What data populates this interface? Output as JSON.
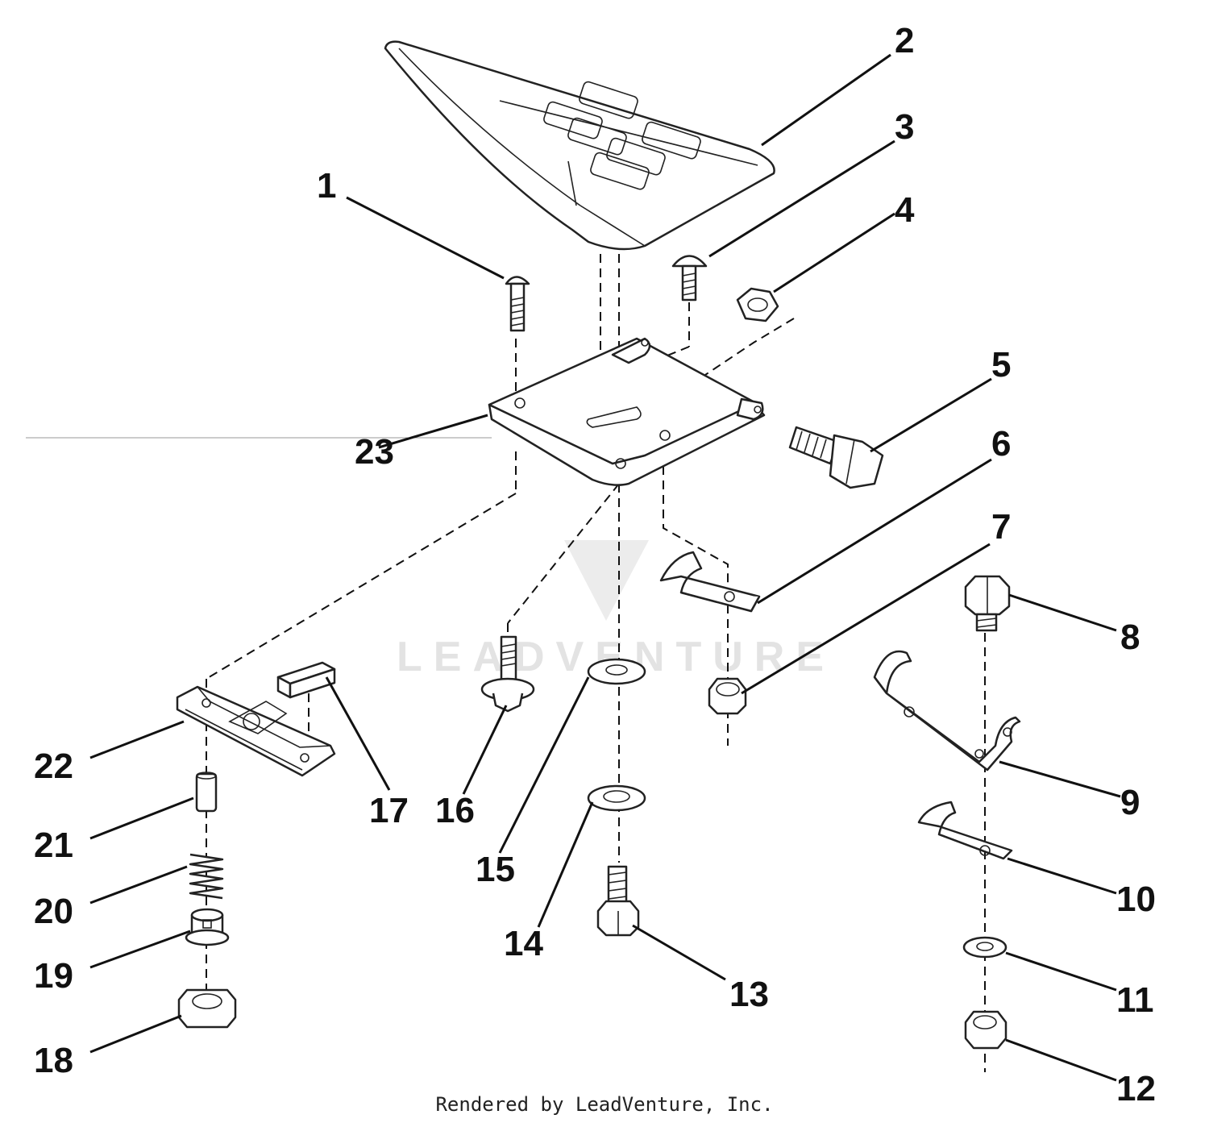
{
  "watermark": {
    "text": "LEADVENTURE"
  },
  "footer": {
    "text": "Rendered by LeadVenture, Inc."
  },
  "callouts": [
    {
      "id": "1",
      "label": "1"
    },
    {
      "id": "2",
      "label": "2"
    },
    {
      "id": "3",
      "label": "3"
    },
    {
      "id": "4",
      "label": "4"
    },
    {
      "id": "5",
      "label": "5"
    },
    {
      "id": "6",
      "label": "6"
    },
    {
      "id": "7",
      "label": "7"
    },
    {
      "id": "8",
      "label": "8"
    },
    {
      "id": "9",
      "label": "9"
    },
    {
      "id": "10",
      "label": "10"
    },
    {
      "id": "11",
      "label": "11"
    },
    {
      "id": "12",
      "label": "12"
    },
    {
      "id": "13",
      "label": "13"
    },
    {
      "id": "14",
      "label": "14"
    },
    {
      "id": "15",
      "label": "15"
    },
    {
      "id": "16",
      "label": "16"
    },
    {
      "id": "17",
      "label": "17"
    },
    {
      "id": "18",
      "label": "18"
    },
    {
      "id": "19",
      "label": "19"
    },
    {
      "id": "20",
      "label": "20"
    },
    {
      "id": "21",
      "label": "21"
    },
    {
      "id": "22",
      "label": "22"
    },
    {
      "id": "23",
      "label": "23"
    }
  ]
}
